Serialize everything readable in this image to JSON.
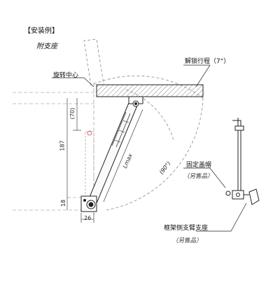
{
  "header": {
    "title": "【安装例】",
    "subtitle": "附支座"
  },
  "callouts": {
    "pivot_center": "旋转中心",
    "stroke": "解锁行程（7°）",
    "fixing_cap": "固定盖帽",
    "fixing_cap_note": "（另售品）",
    "frame_bracket": "框架侧支臂支座",
    "frame_bracket_note": "（另售品）"
  },
  "dimensions": {
    "d70": "(70)",
    "d187": "187",
    "d18": "18",
    "d26": "26",
    "lmax": "Lmax",
    "angle": "(90°)"
  },
  "colors": {
    "line": "#222222",
    "dash": "#888888",
    "hatch": "#666666"
  }
}
